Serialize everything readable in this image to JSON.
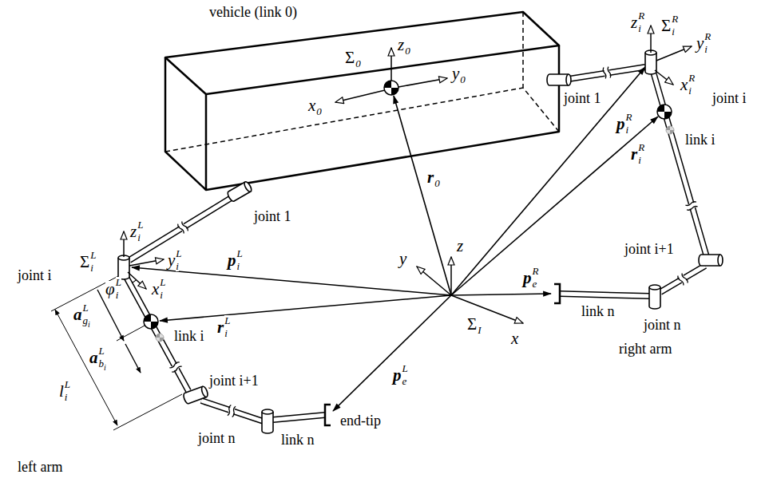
{
  "diagram": {
    "labels": [
      "vehicle (link 0)",
      "Σ",
      "0",
      "x",
      "0",
      "y",
      "0",
      "z",
      "0",
      "joint 1",
      "z",
      "i",
      "R",
      "Σ",
      "i",
      "R",
      "y",
      "i",
      "R",
      "x",
      "i",
      "R",
      "joint i",
      "p",
      "i",
      "R",
      "r",
      "i",
      "R",
      "link i",
      "joint i+1",
      "p",
      "e",
      "R",
      "link n",
      "joint n",
      "right arm",
      "r",
      "0",
      "z",
      "y",
      "x",
      "Σ",
      "I",
      "joint 1",
      "z",
      "i",
      "L",
      "Σ",
      "i",
      "L",
      "y",
      "i",
      "L",
      "joint i",
      "x",
      "i",
      "L",
      "p",
      "i",
      "L",
      "r",
      "i",
      "L",
      "a",
      "g",
      "i",
      "L",
      "φ",
      "i",
      "L",
      "link i",
      "a",
      "b",
      "i",
      "L",
      "l",
      "i",
      "L",
      "joint i+1",
      "end-tip",
      "p",
      "e",
      "L",
      "joint n",
      "link n",
      "left arm"
    ]
  }
}
